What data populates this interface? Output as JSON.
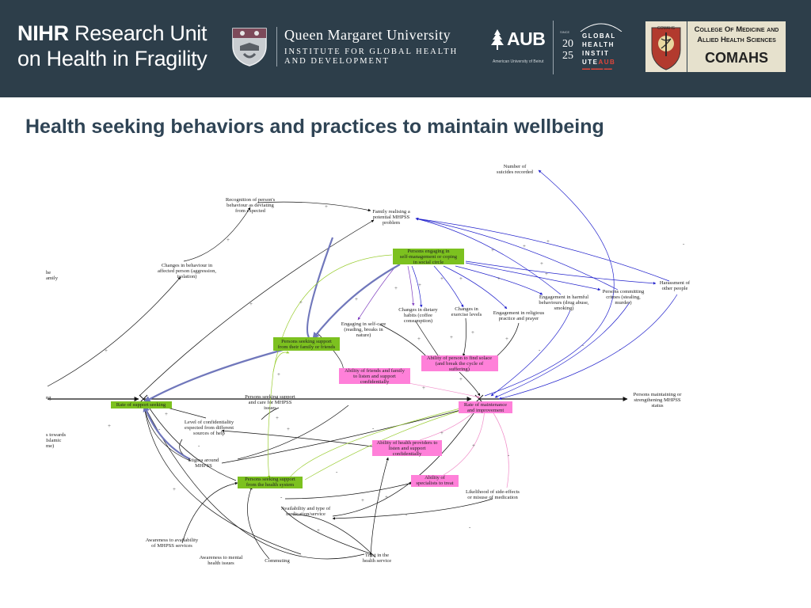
{
  "header": {
    "nihr_bold": "NIHR",
    "nihr_line1_rest": " Research Unit",
    "nihr_line2": "on Health in Fragility",
    "qmu_name": "Queen Margaret University",
    "qmu_institute_line1": "INSTITUTE FOR GLOBAL HEALTH",
    "qmu_institute_line2": "AND DEVELOPMENT",
    "aub_name": "AUB",
    "aub_subtitle": "American University of Beirut",
    "ghi_year_top": "20",
    "ghi_year_bottom": "25",
    "ghi_small": "SINCE",
    "ghi_words": [
      "GLOBAL",
      "HEALTH",
      "INSTIT",
      "UTE"
    ],
    "ghi_words_red": "AUB",
    "comahs_line1": "College Of Medicine and",
    "comahs_line2": "Allied Health Sciences",
    "comahs_big": "COMAHS",
    "comahs_emblem_text": "COMAHS"
  },
  "title": "Health seeking behaviors and practices to maintain wellbeing",
  "diagram": {
    "colors": {
      "green": "#7cc11f",
      "pink": "#ff80d9",
      "arrow_black": "#111111",
      "arrow_blue": "#2222cc",
      "arrow_green": "#9acd32",
      "arrow_purple": "#8040c0",
      "arrow_pink": "#f08cc8",
      "arrow_thick": "#7077bb"
    },
    "nodes": {
      "n_suicides": [
        "Number of",
        "suicides recorded"
      ],
      "n_recognition": [
        "Recognition of person's",
        "behaviour as deviating",
        "from expected"
      ],
      "n_family": [
        "Family realising a",
        "potential MHPSS",
        "problem"
      ],
      "n_changes_behaviour": [
        "Changes in behaviour in",
        "affected person (aggression,",
        "isolation)"
      ],
      "n_left_partial": [
        "he",
        "amily"
      ],
      "n_self_mgmt": [
        "Persons engaging in",
        "self-management or coping",
        "in social circle"
      ],
      "n_harassment": [
        "Harassment of",
        "other people"
      ],
      "n_crimes": [
        "Persons committing",
        "crimes (stealing,",
        "murder)"
      ],
      "n_harmful": [
        "Engagement in harmful",
        "behaviours (drug abuse,",
        "smoking)"
      ],
      "n_dietary": [
        "Changes in dietary",
        "habits (coffee",
        "consumption)"
      ],
      "n_exercise": [
        "Changes in",
        "exercise levels"
      ],
      "n_religious": [
        "Engagement in religious",
        "practice and prayer"
      ],
      "n_selfcare": [
        "Engaging in self-care",
        "(reading, breaks in",
        "nature)"
      ],
      "n_support_family": [
        "Persons seeking support",
        "from their family or friends"
      ],
      "n_solace": [
        "Ability of person to find solace",
        "(and break the cycle of",
        "suffering)"
      ],
      "n_family_listen": [
        "Ability of friends and family",
        "to listen and support",
        "confidentially"
      ],
      "n_ng_partial": [
        "ng"
      ],
      "n_care_mhpss": [
        "Persons seeking support",
        "and care for MHPSS",
        "issues"
      ],
      "n_maintaining": [
        "Persons maintaining or",
        "strengthening MHPSS",
        "status"
      ],
      "n_rate_support": [
        "Rate of support seeking"
      ],
      "n_rate_maint": [
        "Rate of maintenance",
        "and improvement"
      ],
      "n_confidentiality": [
        "Level of confidentiality",
        "expected from different",
        "sources of help"
      ],
      "n_towards_partial": [
        "s towards",
        "Islamic",
        "me)"
      ],
      "n_providers_listen": [
        "Ability of health providers to",
        "listen and support",
        "confidentially"
      ],
      "n_stigma": [
        "Stigma around",
        "MHPSS"
      ],
      "n_health_system": [
        "Persons seeking support",
        "from the health system"
      ],
      "n_specialists": [
        "Ability of",
        "specialists to treat"
      ],
      "n_side_effects": [
        "Likelihood of side-effects",
        "or misuse of medication"
      ],
      "n_availability": [
        "Availability and type of",
        "medication/service"
      ],
      "n_awareness_services": [
        "Awareness to availability",
        "of MHPSS services"
      ],
      "n_awareness_issues": [
        "Awareness to mental",
        "health issues"
      ],
      "n_commuting": [
        "Commuting"
      ],
      "n_trust": [
        "Trust in the",
        "health service"
      ]
    },
    "signs": [
      "+",
      "-"
    ]
  }
}
